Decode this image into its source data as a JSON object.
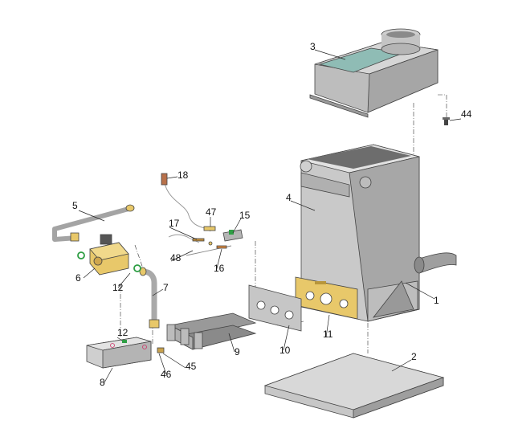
{
  "diagram": {
    "labels": [
      "1",
      "2",
      "3",
      "4",
      "5",
      "6",
      "7",
      "8",
      "9",
      "10",
      "11",
      "12",
      "12",
      "15",
      "16",
      "17",
      "18",
      "44",
      "45",
      "46",
      "47",
      "48"
    ]
  },
  "colors": {
    "metal_light": "#d9d9d9",
    "metal_mid": "#b8b8b8",
    "metal_dark": "#8e8e8e",
    "brass": "#e8c86a",
    "brass_dark": "#b8963a",
    "teal": "#8fbcb5",
    "green": "#2e9e44"
  }
}
